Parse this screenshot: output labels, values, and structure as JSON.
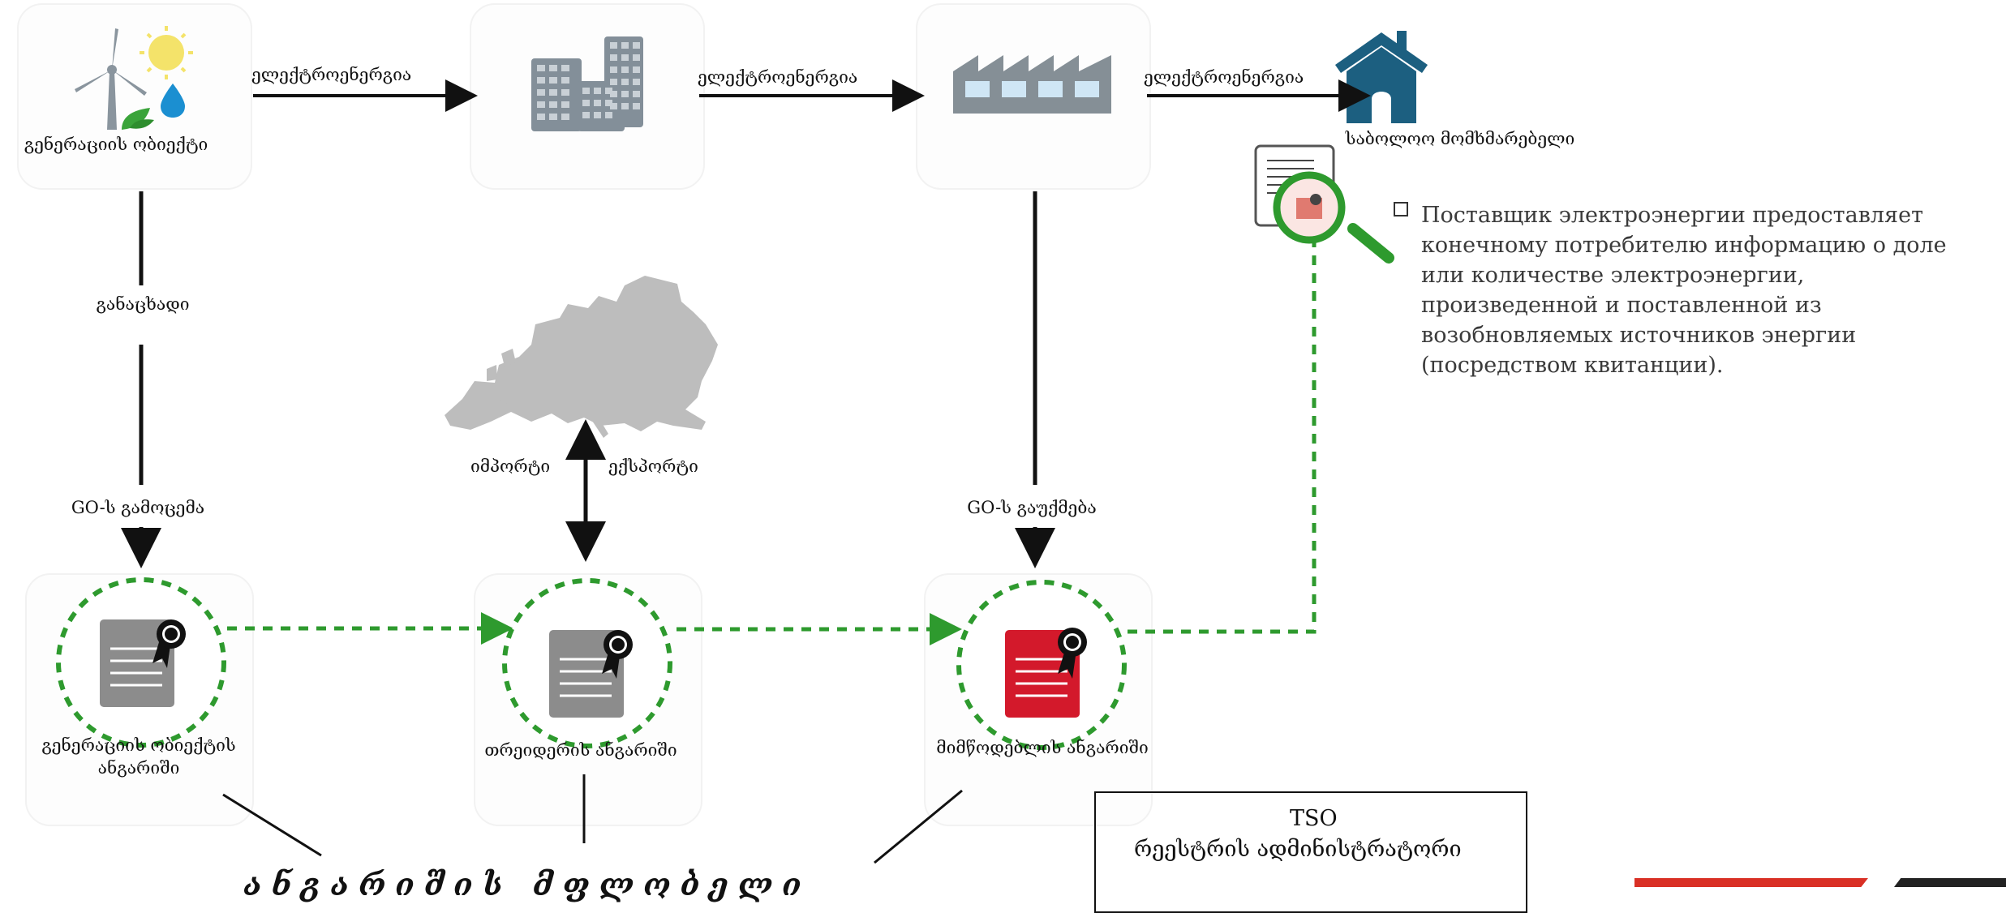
{
  "nodes": {
    "generation_facility": "გენერაციის ობიექტი",
    "end_consumer": "საბოლოო მომხმარებელი",
    "generator_account": "გენერაციის ობიექტის\nანგარიში",
    "trader_account": "თრეიდერის ანგარიში",
    "supplier_account": "მიმწოდებლის ანგარიში"
  },
  "flows": {
    "electricity_1": "ელექტროენერგია",
    "electricity_2": "ელექტროენერგია",
    "electricity_3": "ელექტროენერგია",
    "application": "განაცხადი",
    "go_issue": "GO-ს გამოცემა",
    "go_cancel": "GO-ს გაუქმება",
    "import": "იმპორტი",
    "export": "ექსპორტი"
  },
  "account_holder": "ანგარიშის მფლობელი",
  "note": "Поставщик электроэнергии предоставляет конечному потребителю информацию о доле или количестве электроэнергии, произведенной и поставленной из возобновляемых источников энергии (посредством квитанции).",
  "registry": {
    "title": "TSO",
    "subtitle": "რეესტრის ადმინისტრატორი"
  },
  "colors": {
    "dashed_green": "#2e9a2e",
    "certificate_red": "#d3192b",
    "certificate_grey": "#8c8c8c",
    "icon_blue_grey": "#7f8e99",
    "house_blue": "#1c5f80",
    "accent_red": "#d93025",
    "accent_black": "#222222"
  },
  "icons": {
    "generation": "wind-sun-water-icon",
    "transmission": "buildings-icon",
    "distribution": "factory-icon",
    "consumer": "house-icon",
    "receipt": "receipt-magnifier-icon",
    "europe": "europe-map-icon",
    "certificate": "certificate-icon"
  }
}
